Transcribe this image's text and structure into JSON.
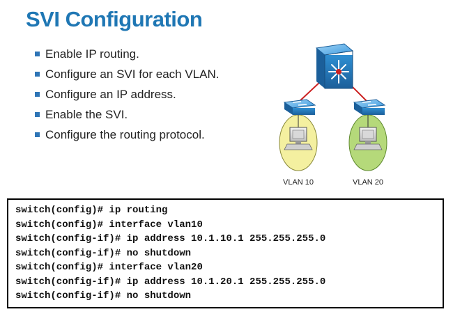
{
  "title": "SVI Configuration",
  "bullets": [
    "Enable IP routing.",
    "Configure an SVI for each VLAN.",
    "Configure an IP address.",
    "Enable the SVI.",
    "Configure the routing protocol."
  ],
  "diagram": {
    "vlan_left_label": "VLAN 10",
    "vlan_right_label": "VLAN 20"
  },
  "cli": [
    "switch(config)# ip routing",
    "switch(config)# interface vlan10",
    "switch(config-if)# ip address 10.1.10.1 255.255.255.0",
    "switch(config-if)# no shutdown",
    "switch(config)# interface vlan20",
    "switch(config-if)# ip address 10.1.20.1 255.255.255.0",
    "switch(config-if)# no shutdown"
  ],
  "colors": {
    "title": "#1f77b4",
    "bullet": "#2e75b6",
    "link": "#cc2222",
    "vlan_left_fill": "#f4f0a0",
    "vlan_right_fill": "#b5d97a",
    "switch_blue": "#2f8fd2"
  }
}
